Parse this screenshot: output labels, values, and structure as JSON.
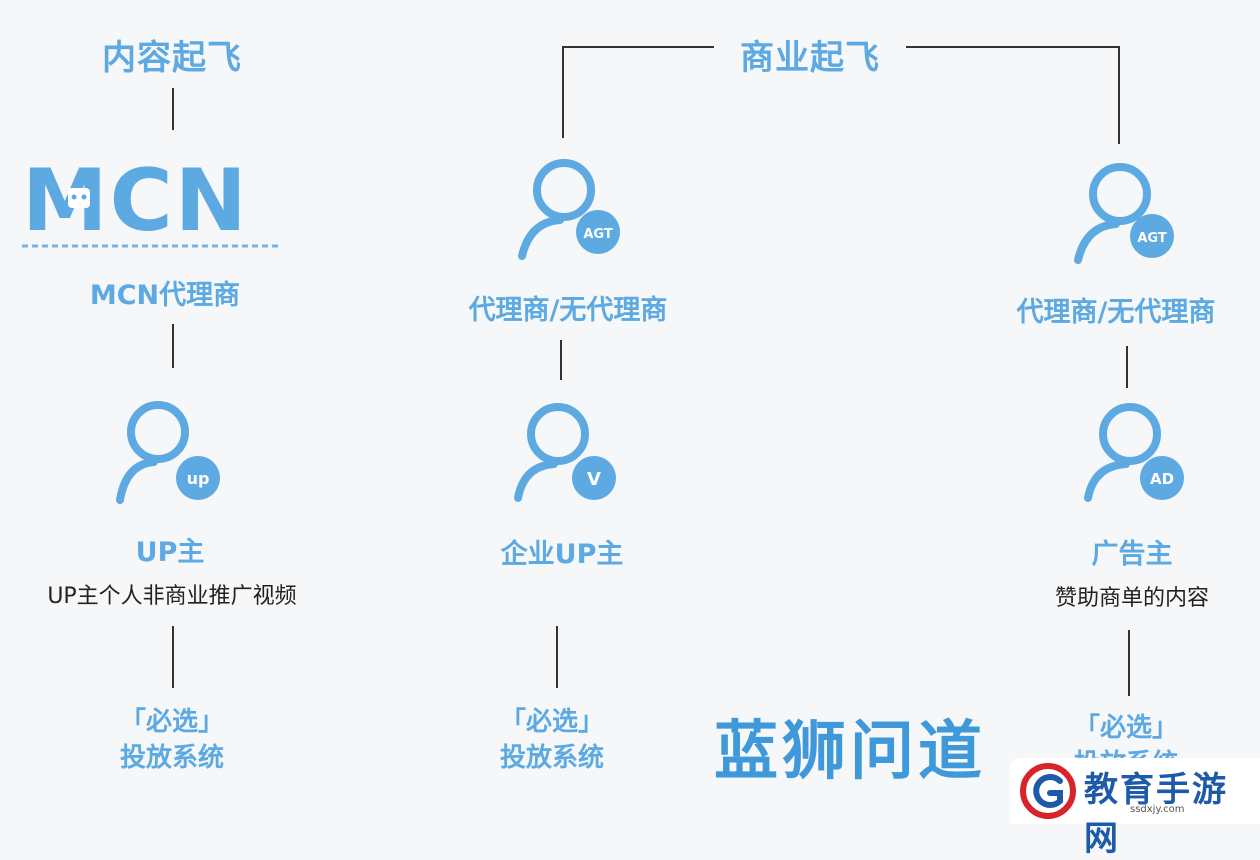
{
  "left": {
    "heading": "内容起飞",
    "mcn_logo_text": "MCN",
    "mcn_label": "MCN代理商",
    "up_badge": "up",
    "up_label": "UP主",
    "up_desc": "UP主个人非商业推广视频",
    "must_select_1": "「必选」",
    "must_select_2": "投放系统"
  },
  "right_heading": "商业起飞",
  "middle": {
    "agent_badge": "AGT",
    "agent_label": "代理商/无代理商",
    "v_badge": "V",
    "enterprise_label": "企业UP主",
    "must_select_1": "「必选」",
    "must_select_2": "投放系统"
  },
  "right": {
    "agent_badge": "AGT",
    "agent_label": "代理商/无代理商",
    "ad_badge": "AD",
    "advertiser_label": "广告主",
    "advertiser_desc": "赞助商单的内容",
    "must_select_1": "「必选」",
    "must_select_2": "投放系统"
  },
  "brand": "蓝狮问道",
  "watermark": {
    "title": "教育手游网",
    "subtitle": "ssdxjy.com"
  },
  "colors": {
    "accent": "#5da9e2",
    "brand": "#3f98d9",
    "line": "#333333"
  }
}
